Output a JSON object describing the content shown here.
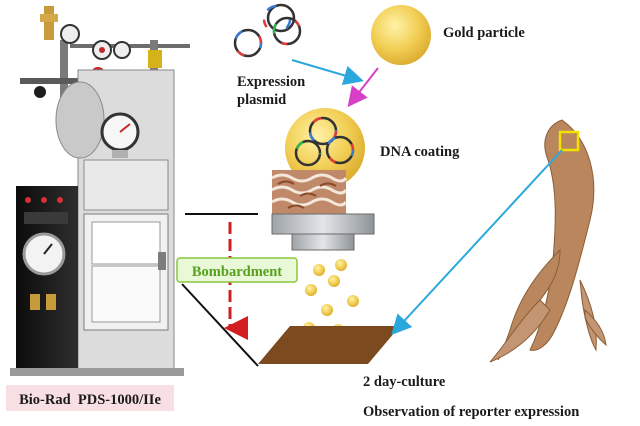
{
  "labels": {
    "gold_particle": "Gold particle",
    "expression": "Expression",
    "plasmid": "plasmid",
    "dna_coating": "DNA coating",
    "bombardment": "Bombardment",
    "device": "Bio-Rad  PDS-1000/IIe",
    "culture": "2 day-culture",
    "observation": "Observation of reporter expression"
  },
  "colors": {
    "gold": "#f2cf55",
    "bombardment_arrow": "#d21e1e",
    "cyan_arrow": "#2aa8dd",
    "magenta_arrow": "#d63fc6",
    "bombardment_box_bg": "#e9f8d6",
    "bombardment_box_border": "#8cc63f",
    "bombardment_text": "#55a01e",
    "device_label_bg": "#f7dfe3",
    "seaweed": "#b9865e",
    "tissue": "#7b4a1f",
    "highlight_square": "#f2e200"
  },
  "icons": {
    "plasmid": "plasmid-ring-icon",
    "gold": "gold-sphere-icon",
    "device": "gene-gun-apparatus-icon",
    "seaweed": "seaweed-frond-icon"
  }
}
